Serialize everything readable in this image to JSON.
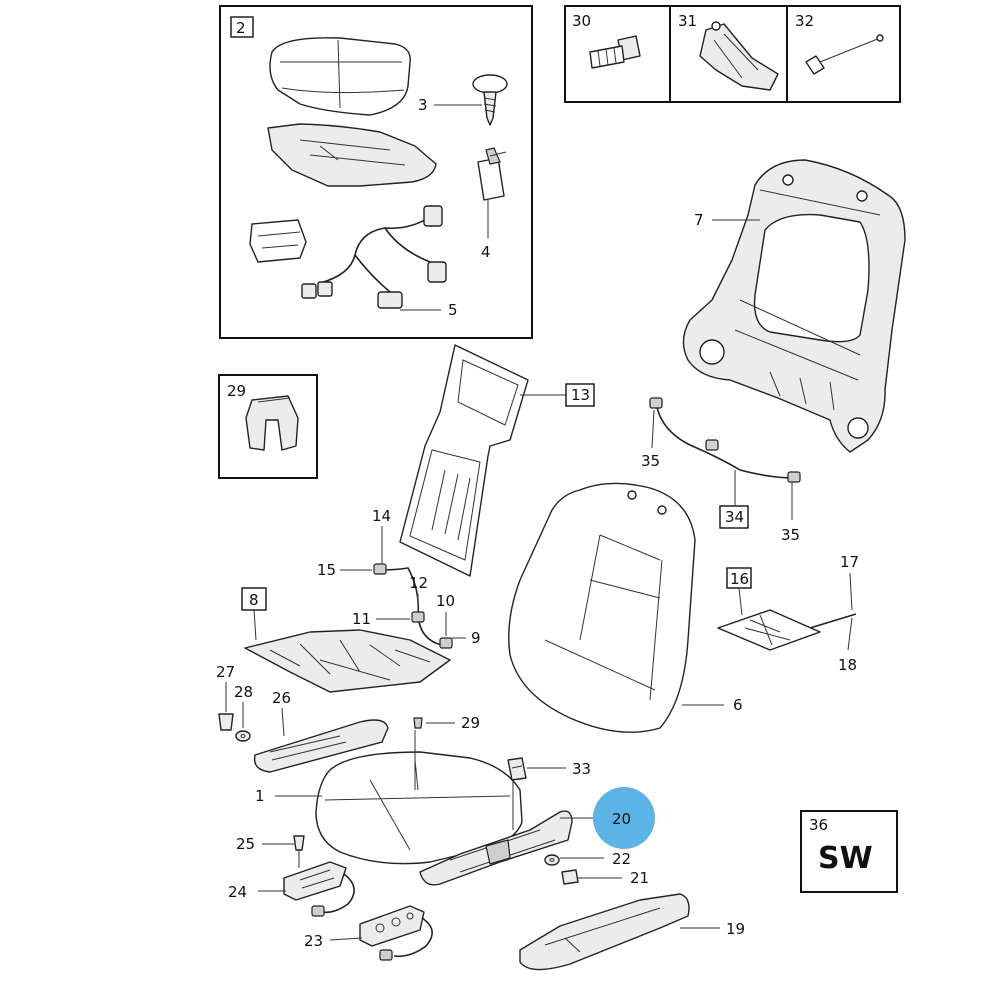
{
  "colors": {
    "ink": "#111111",
    "highlight": "#5bb4e5",
    "background": "#ffffff"
  },
  "labels": {
    "l1": "1",
    "l2": "2",
    "l3": "3",
    "l4": "4",
    "l5": "5",
    "l6": "6",
    "l7": "7",
    "l8": "8",
    "l9": "9",
    "l10": "10",
    "l11": "11",
    "l12": "12",
    "l13": "13",
    "l14": "14",
    "l15": "15",
    "l16": "16",
    "l17": "17",
    "l18": "18",
    "l19": "19",
    "l20": "20",
    "l21": "21",
    "l22": "22",
    "l23": "23",
    "l24": "24",
    "l25": "25",
    "l26": "26",
    "l27": "27",
    "l28": "28",
    "l29a": "29",
    "l29b": "29",
    "l30": "30",
    "l31": "31",
    "l32": "32",
    "l33": "33",
    "l34": "34",
    "l35a": "35",
    "l35b": "35",
    "l36": "36"
  },
  "variant_code": "SW",
  "highlighted_part": "20"
}
